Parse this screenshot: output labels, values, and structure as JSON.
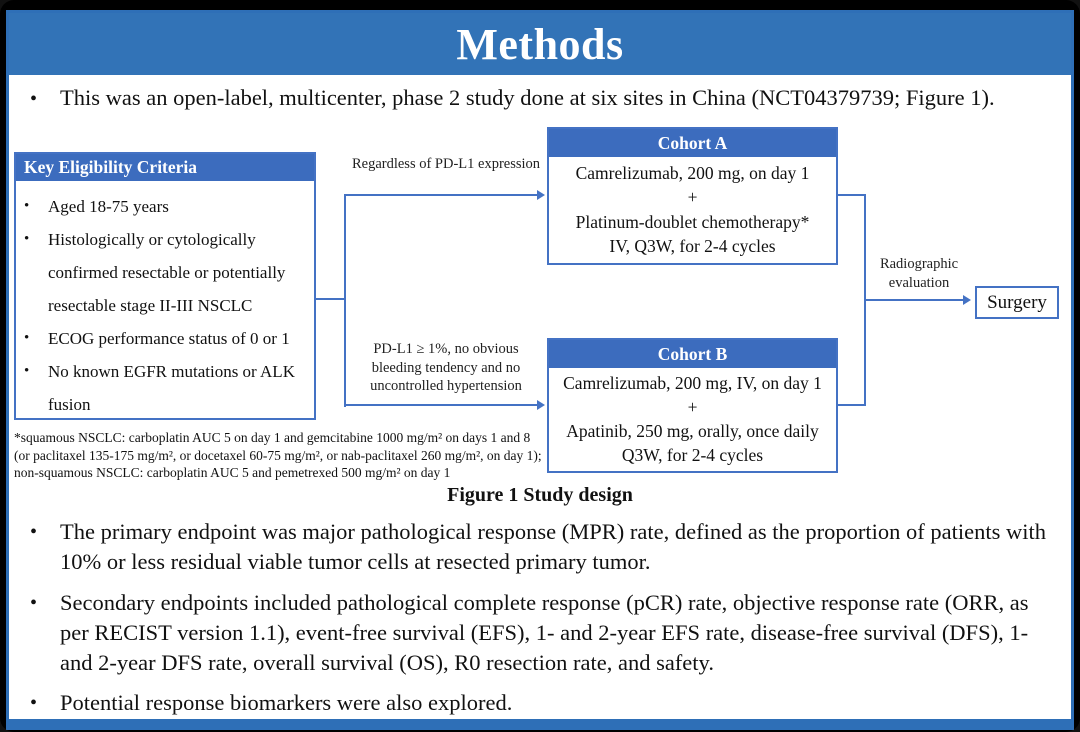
{
  "slide": {
    "title": "Methods",
    "intro": "This was an open-label, multicenter, phase 2 study done at six sites in China (NCT04379739; Figure 1).",
    "colors": {
      "banner_blue": "#3273B7",
      "box_header_blue": "#3C6CBE",
      "connector_blue": "#4472C4",
      "frame_border_blue": "#2E6FB7",
      "frame_black": "#000000"
    }
  },
  "figure": {
    "caption": "Figure 1 Study design",
    "eligibility": {
      "title": "Key  Eligibility Criteria",
      "items": [
        "Aged 18-75 years",
        "Histologically or cytologically confirmed resectable or potentially resectable stage II-III  NSCLC",
        "ECOG performance status of 0 or 1",
        "No known EGFR mutations or ALK fusion"
      ]
    },
    "branch_top_label": "Regardless  of PD-L1 expression",
    "branch_bottom_label": "PD-L1 ≥ 1%, no obvious bleeding  tendency  and no uncontrolled  hypertension",
    "cohort_a": {
      "title": "Cohort A",
      "lines": [
        "Camrelizumab, 200 mg, on day 1",
        "+",
        "Platinum-doublet chemotherapy*",
        "IV, Q3W, for 2-4 cycles"
      ]
    },
    "cohort_b": {
      "title": "Cohort B",
      "lines": [
        "Camrelizumab, 200 mg, IV, on day 1",
        "+",
        "Apatinib, 250 mg, orally, once daily",
        "Q3W, for 2-4 cycles"
      ]
    },
    "evaluation_label": "Radiographic evaluation",
    "surgery_label": "Surgery",
    "footnote": "*squamous NSCLC: carboplatin AUC 5 on day 1 and gemcitabine 1000 mg/m² on days 1 and 8 (or paclitaxel 135-175 mg/m², or docetaxel 60-75 mg/m², or nab-paclitaxel 260 mg/m², on day 1); non-squamous NSCLC: carboplatin AUC 5 and pemetrexed 500 mg/m² on day 1",
    "bullet_glyph": "•"
  },
  "bullets": [
    "The primary endpoint was major pathological response (MPR) rate, defined as the proportion of patients with 10% or less residual viable tumor cells at resected primary tumor.",
    "Secondary endpoints included pathological complete response (pCR) rate, objective response rate (ORR, as per RECIST version 1.1), event-free survival (EFS), 1- and 2-year EFS rate, disease-free survival (DFS), 1- and 2-year DFS rate, overall survival (OS), R0 resection rate, and safety.",
    "Potential response biomarkers were also explored."
  ]
}
